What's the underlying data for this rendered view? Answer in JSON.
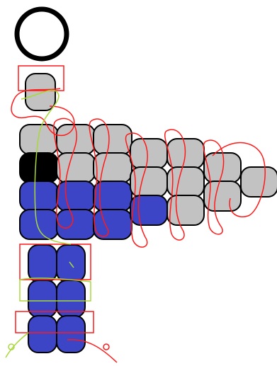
{
  "diagram": {
    "kind": "bead-weaving pattern",
    "colors": {
      "grey": "#c2c2c2",
      "blue": "#3d45c7",
      "black": "#000000",
      "outline": "#000000",
      "thread_red": "#ff1a1a",
      "thread_green": "#a8d83a"
    },
    "elements": [
      "clasp-ring",
      "top-bead",
      "bead-grid",
      "lower-strip",
      "red-thread-path",
      "green-thread-path"
    ],
    "bead_legend": [
      "grey",
      "blue",
      "black"
    ]
  }
}
